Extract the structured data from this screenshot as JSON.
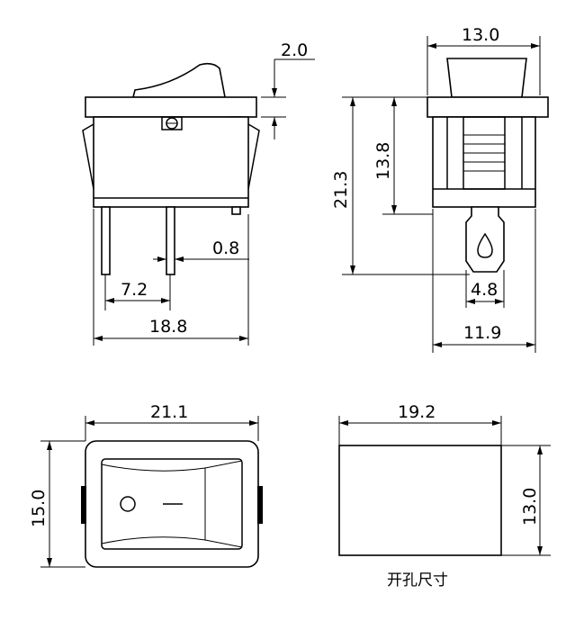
{
  "dimensions": {
    "height_offset": "2.0",
    "pin_thickness": "0.8",
    "pin_spacing": "7.2",
    "body_length": "18.8",
    "top_width": "13.0",
    "total_height": "21.3",
    "body_height": "13.8",
    "pin_width": "4.8",
    "body_width": "11.9",
    "frame_width": "21.1",
    "frame_height": "15.0",
    "cutout_width": "19.2",
    "cutout_height": "13.0"
  },
  "caption": "开孔尺寸"
}
